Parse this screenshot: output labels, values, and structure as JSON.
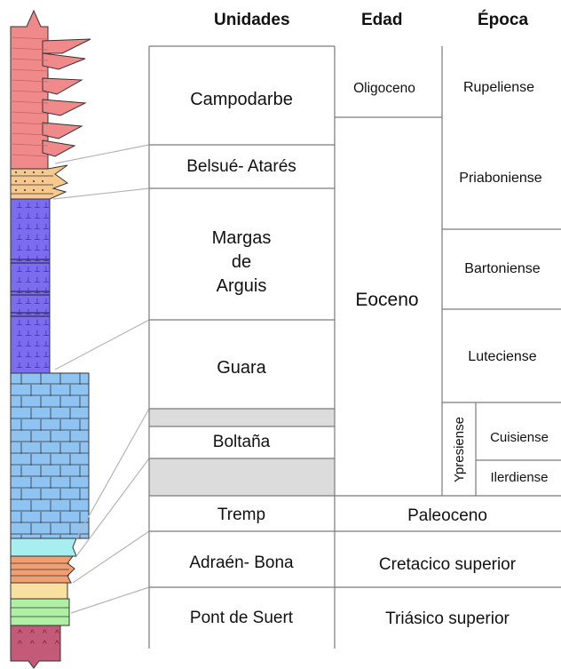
{
  "headers": {
    "units": "Unidades",
    "age": "Edad",
    "epoch": "Época"
  },
  "units": [
    {
      "key": "campodarbe",
      "lines": [
        "Campodarbe"
      ]
    },
    {
      "key": "belsue",
      "lines": [
        "Belsué- Atarés"
      ]
    },
    {
      "key": "margas",
      "lines": [
        "Margas",
        "de",
        "Arguis"
      ]
    },
    {
      "key": "guara",
      "lines": [
        "Guara"
      ]
    },
    {
      "key": "boltana",
      "lines": [
        "Boltaña"
      ]
    },
    {
      "key": "tremp",
      "lines": [
        "Tremp"
      ]
    },
    {
      "key": "adraen",
      "lines": [
        "Adraén- Bona"
      ]
    },
    {
      "key": "pont",
      "lines": [
        "Pont de Suert"
      ]
    }
  ],
  "ages": {
    "oligoceno": "Oligoceno",
    "eoceno": "Eoceno",
    "paleoceno": "Paleoceno",
    "cretacico": "Cretacico superior",
    "triasico": "Triásico superior"
  },
  "epochs": {
    "rupeliense": "Rupeliense",
    "priaboniense": "Priaboniense",
    "bartoniense": "Bartoniense",
    "luteciense": "Luteciense",
    "ypresiense": "Ypresiense",
    "cuisiense": "Cuisiense",
    "ilerdiense": "Ilerdiense"
  },
  "colors": {
    "conglomerate_red": "#f08a8a",
    "sandstone_tan": "#f7c98e",
    "marl_purple": "#7b6cf0",
    "limestone_blue": "#8fc3f2",
    "cyan_layer": "#a6eef0",
    "orange_layer": "#f0a070",
    "green_layer": "#aef0a4",
    "trias_maroon": "#c25a78",
    "gray_band": "#dcdcdc"
  }
}
